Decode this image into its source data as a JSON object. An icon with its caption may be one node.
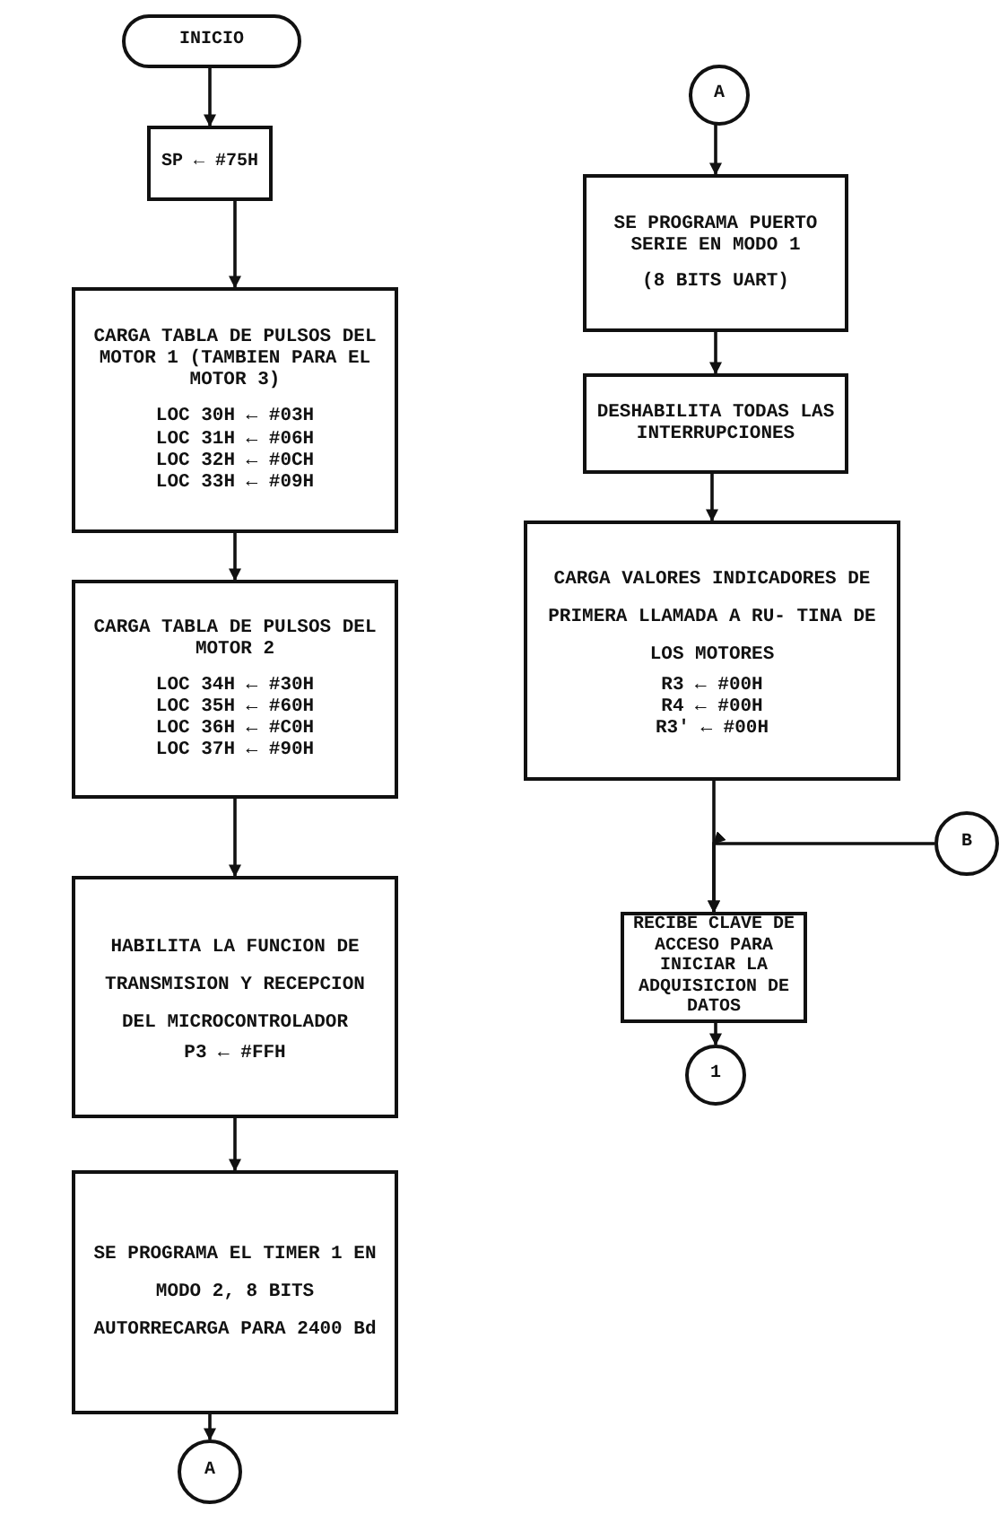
{
  "diagram": {
    "nodes": [
      {
        "text": [
          "INICIO"
        ]
      },
      {
        "text": [
          "SP ← #75H"
        ]
      },
      {
        "text": [
          "CARGA TABLA DE PULSOS DEL MOTOR 1 (TAMBIEN PARA EL MOTOR 3)",
          "LOC 30H ← #03H",
          "LOC 31H ← #06H",
          "LOC 32H ← #0CH",
          "LOC 33H ← #09H"
        ]
      },
      {
        "text": [
          "CARGA TABLA DE PULSOS DEL MOTOR 2",
          "LOC 34H ← #30H",
          "LOC 35H ← #60H",
          "LOC 36H ← #C0H",
          "LOC 37H ← #90H"
        ]
      },
      {
        "text": [
          "HABILITA LA FUNCION DE TRANSMISION Y RECEPCION DEL MICROCONTROLADOR",
          "P3 ← #FFH"
        ]
      },
      {
        "text": [
          "SE PROGRAMA EL TIMER 1 EN MODO 2, 8 BITS AUTORRECARGA PARA 2400 Bd"
        ]
      },
      {
        "text": [
          "A"
        ]
      },
      {
        "text": [
          "A"
        ]
      },
      {
        "text": [
          "SE PROGRAMA PUERTO SERIE EN MODO 1",
          "(8 BITS UART)"
        ]
      },
      {
        "text": [
          "DESHABILITA TODAS LAS INTERRUPCIONES"
        ]
      },
      {
        "text": [
          "CARGA VALORES INDICADORES DE PRIMERA LLAMADA A RU- TINA DE LOS MOTORES",
          "R3 ← #00H",
          "R4 ← #00H",
          "R3' ← #00H"
        ]
      },
      {
        "text": [
          "B"
        ]
      },
      {
        "text": [
          "RECIBE CLAVE DE ACCESO PARA INICIAR LA ADQUISICION DE DATOS"
        ]
      },
      {
        "text": [
          "1"
        ]
      }
    ],
    "edges": [
      {
        "from": 0,
        "to": 1,
        "arrow": "to"
      },
      {
        "from": 1,
        "to": 2,
        "arrow": "to"
      },
      {
        "from": 2,
        "to": 3,
        "arrow": "to"
      },
      {
        "from": 3,
        "to": 4,
        "arrow": "to"
      },
      {
        "from": 4,
        "to": 5,
        "arrow": "to"
      },
      {
        "from": 5,
        "to": 6,
        "arrow": "to"
      },
      {
        "from": 7,
        "to": 8,
        "arrow": "to"
      },
      {
        "from": 8,
        "to": 9,
        "arrow": "to"
      },
      {
        "from": 9,
        "to": 10,
        "arrow": "to"
      },
      {
        "from": 10,
        "to": 12,
        "arrow": "to"
      },
      {
        "from": 11,
        "to": 12,
        "arrow": "to"
      },
      {
        "from": 12,
        "to": 13,
        "arrow": "to"
      }
    ]
  }
}
